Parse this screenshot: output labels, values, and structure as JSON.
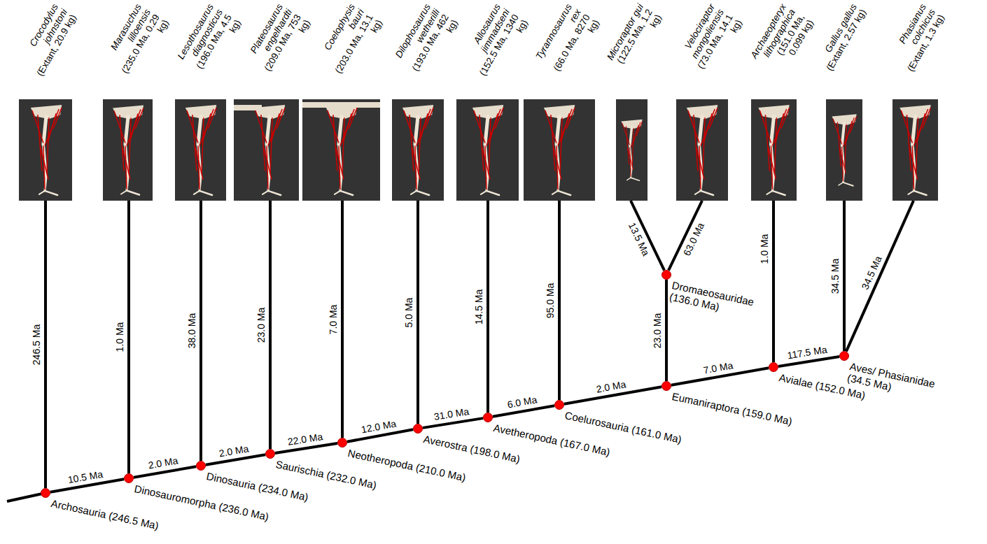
{
  "diagram": {
    "nodes": [
      {
        "text": [
          "Crocodylus johnstoni",
          "(Extant, 20.9 kg)"
        ]
      },
      {
        "text": [
          "Marasuchus lilloensis",
          "(235.0 Ma, 0.29 kg)"
        ]
      },
      {
        "text": [
          "Lesothosaurus diagnosticus",
          "(196.0 Ma, 4.5 kg)"
        ]
      },
      {
        "text": [
          "Plateosaurus engelhardti",
          "(209.0 Ma, 753 kg)"
        ]
      },
      {
        "text": [
          "Coelophysis bauri",
          "(203.0 Ma, 13.1 kg)"
        ]
      },
      {
        "text": [
          "Dilophosaurus wetherilli",
          "(193.0 Ma, 462 kg)"
        ]
      },
      {
        "text": [
          "Allosaurus jimmadseni",
          "(152.5 Ma, 1340 kg)"
        ]
      },
      {
        "text": [
          "Tyrannosaurus rex",
          "(66.0 Ma, 8270 kg)"
        ]
      },
      {
        "text": [
          "Microraptor gui",
          "(122.5 Ma, 1.2 kg)"
        ]
      },
      {
        "text": [
          "Velociraptor mongoliensis",
          "(73.0 Ma, 14.1 kg)"
        ]
      },
      {
        "text": [
          "Archaeopteryx lithographica",
          "(151.0 Ma, 0.099 kg)"
        ]
      },
      {
        "text": [
          "Gallus gallus",
          "(Extant, 2.57 kg)"
        ]
      },
      {
        "text": [
          "Phasianus colchicus",
          "(Extant, 1.3 kg)"
        ]
      },
      {
        "text": [
          "Archosauria (246.5 Ma)"
        ]
      },
      {
        "text": [
          "Dinosauromorpha (236.0 Ma)"
        ]
      },
      {
        "text": [
          "Dinosauria (234.0 Ma)"
        ]
      },
      {
        "text": [
          "Saurischia (232.0 Ma)"
        ]
      },
      {
        "text": [
          "Neotheropoda (210.0 Ma)"
        ]
      },
      {
        "text": [
          "Averostra (198.0 Ma)"
        ]
      },
      {
        "text": [
          "Avetheropoda (167.0 Ma)"
        ]
      },
      {
        "text": [
          "Coelurosauria (161.0 Ma)"
        ]
      },
      {
        "text": [
          "Eumaniraptora (159.0 Ma)"
        ]
      },
      {
        "text": [
          "Dromaeosauridae (136.0 Ma)"
        ]
      },
      {
        "text": [
          "Avialae (152.0 Ma)"
        ]
      },
      {
        "text": [
          "Aves/ Phasianidae (34.5 Ma)"
        ]
      }
    ],
    "edges": [
      {
        "from": 13,
        "to": 0,
        "arrow": "none",
        "label": "246.5 Ma"
      },
      {
        "from": 13,
        "to": 14,
        "arrow": "none",
        "label": "10.5 Ma"
      },
      {
        "from": 14,
        "to": 1,
        "arrow": "none",
        "label": "1.0 Ma"
      },
      {
        "from": 14,
        "to": 15,
        "arrow": "none",
        "label": "2.0 Ma"
      },
      {
        "from": 15,
        "to": 2,
        "arrow": "none",
        "label": "38.0 Ma"
      },
      {
        "from": 15,
        "to": 16,
        "arrow": "none",
        "label": "2.0 Ma"
      },
      {
        "from": 16,
        "to": 3,
        "arrow": "none",
        "label": "23.0 Ma"
      },
      {
        "from": 16,
        "to": 17,
        "arrow": "none",
        "label": "22.0 Ma"
      },
      {
        "from": 17,
        "to": 4,
        "arrow": "none",
        "label": "7.0 Ma"
      },
      {
        "from": 17,
        "to": 18,
        "arrow": "none",
        "label": "12.0 Ma"
      },
      {
        "from": 18,
        "to": 5,
        "arrow": "none",
        "label": "5.0 Ma"
      },
      {
        "from": 18,
        "to": 19,
        "arrow": "none",
        "label": "31.0 Ma"
      },
      {
        "from": 19,
        "to": 6,
        "arrow": "none",
        "label": "14.5 Ma"
      },
      {
        "from": 19,
        "to": 20,
        "arrow": "none",
        "label": "6.0 Ma"
      },
      {
        "from": 20,
        "to": 7,
        "arrow": "none",
        "label": "95.0 Ma"
      },
      {
        "from": 20,
        "to": 21,
        "arrow": "none",
        "label": "2.0 Ma"
      },
      {
        "from": 21,
        "to": 22,
        "arrow": "none",
        "label": "23.0 Ma"
      },
      {
        "from": 22,
        "to": 8,
        "arrow": "none",
        "label": "13.5 Ma"
      },
      {
        "from": 22,
        "to": 9,
        "arrow": "none",
        "label": "63.0 Ma"
      },
      {
        "from": 21,
        "to": 23,
        "arrow": "none",
        "label": "7.0 Ma"
      },
      {
        "from": 23,
        "to": 10,
        "arrow": "none",
        "label": "1.0 Ma"
      },
      {
        "from": 23,
        "to": 24,
        "arrow": "none",
        "label": "117.5 Ma"
      },
      {
        "from": 24,
        "to": 11,
        "arrow": "none",
        "label": "34.5 Ma"
      },
      {
        "from": 24,
        "to": 12,
        "arrow": "none",
        "label": "34.5 Ma"
      }
    ]
  }
}
